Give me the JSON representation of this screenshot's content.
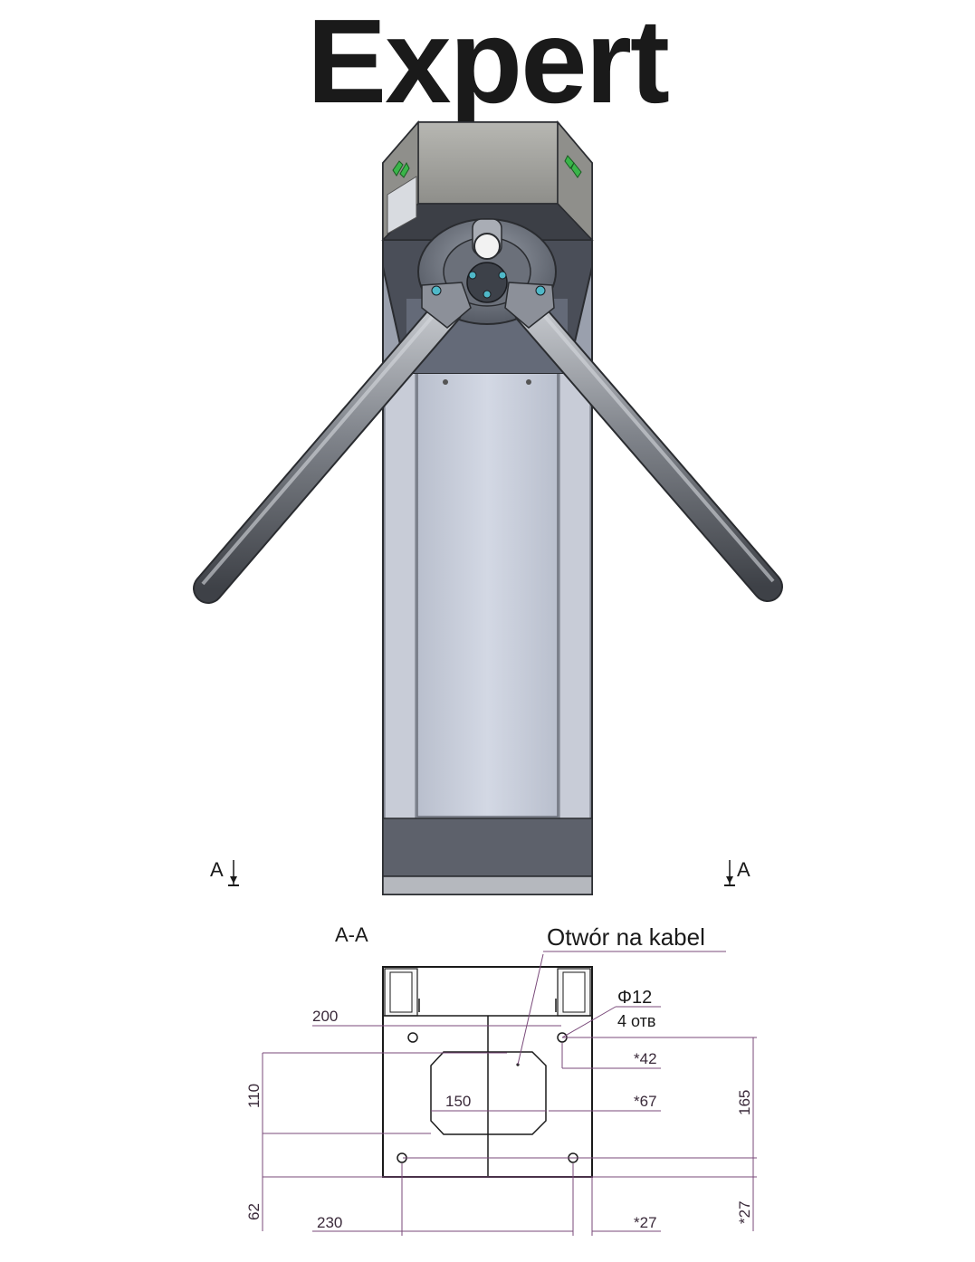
{
  "title": "Expert",
  "section_marker": "A",
  "section_title": "A-A",
  "callout_cable": "Otwór na kabel",
  "hole_diameter": "Φ12",
  "hole_count": "4 отв",
  "dimensions": {
    "d200": "200",
    "d110": "110",
    "d150": "150",
    "d62": "62",
    "d230": "230",
    "d42": "*42",
    "d67": "*67",
    "d27a": "*27",
    "d165": "165",
    "d27b": "*27"
  },
  "colors": {
    "housing_top": "#a8a8a4",
    "housing_dark": "#4a4e58",
    "panel": "#cdd3e0",
    "arm": "#7a7e84",
    "indicator": "#3ab54a",
    "dimension_line": "#7a4a7a"
  }
}
